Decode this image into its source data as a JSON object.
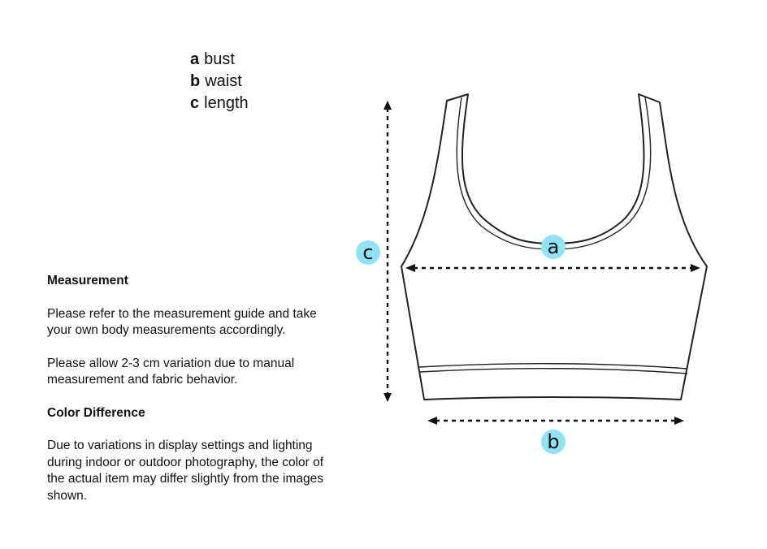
{
  "legend": [
    {
      "key": "a",
      "label": "bust"
    },
    {
      "key": "b",
      "label": "waist"
    },
    {
      "key": "c",
      "label": "length"
    }
  ],
  "info": {
    "measurement_heading": "Measurement",
    "measurement_p1": "Please refer to the measurement guide and take your own body measurements accordingly.",
    "measurement_p2": "Please allow 2-3 cm variation due to manual measurement and fabric behavior.",
    "color_heading": "Color Difference",
    "color_p1": "Due to variations in display settings and lighting during indoor or outdoor photography, the color of the actual item may differ slightly from the images shown."
  },
  "markers": {
    "a": "a",
    "b": "b",
    "c": "c"
  },
  "colors": {
    "marker": "#8fe3f5",
    "outline": "#222222",
    "text": "#111111"
  }
}
